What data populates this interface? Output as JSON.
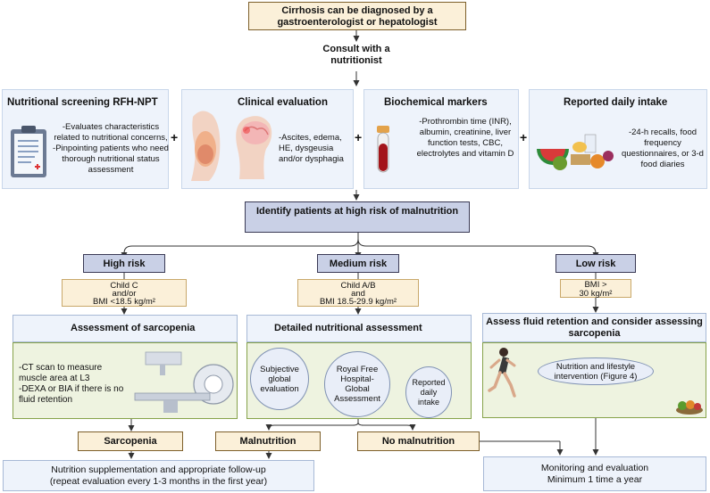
{
  "top": {
    "diagnosis": "Cirrhosis can be diagnosed by a gastroenterologist or hepatologist",
    "consult": "Consult with a nutritionist"
  },
  "screening": [
    {
      "title": "Nutritional screening RFH-NPT",
      "body": "-Evaluates characteristics related to nutritional concerns, -Pinpointing patients who need thorough nutritional status assessment"
    },
    {
      "title": "Clinical evaluation",
      "body": "-Ascites, edema, HE, dysgeusia and/or dysphagia"
    },
    {
      "title": "Biochemical markers",
      "body": "-Prothrombin time (INR), albumin, creatinine, liver function tests, CBC, electrolytes and vitamin D"
    },
    {
      "title": "Reported daily intake",
      "body": "-24-h recalls, food frequency questionnaires, or 3-d food diaries"
    }
  ],
  "plus": "+",
  "identify": "Identify patients at high risk of malnutrition",
  "risks": {
    "high": {
      "label": "High risk",
      "criteria_1": "Child C",
      "criteria_2": "and/or",
      "criteria_3": "BMI <18.5 kg/m²"
    },
    "medium": {
      "label": "Medium risk",
      "criteria_1": "Child A/B",
      "criteria_2": "and",
      "criteria_3": "BMI 18.5-29.9 kg/m²"
    },
    "low": {
      "label": "Low risk",
      "criteria_1": "BMI >",
      "criteria_2": "30 kg/m²"
    }
  },
  "assess": {
    "sarcopenia_title": "Assessment of sarcopenia",
    "sarcopenia_body_1": "-CT scan to measure muscle  area at L3",
    "sarcopenia_body_2": "-DEXA or BIA if there is no fluid retention",
    "detailed_title": "Detailed nutritional assessment",
    "detailed_items": [
      "Subjective global evaluation",
      "Royal Free Hospital-Global Assessment",
      "Reported daily intake"
    ],
    "fluid_title": "Assess fluid retention and consider assessing sarcopenia",
    "fluid_item": "Nutrition and lifestyle intervention (Figure 4)"
  },
  "outcomes": {
    "sarcopenia": "Sarcopenia",
    "malnutrition": "Malnutrition",
    "no_malnutrition": "No malnutrition"
  },
  "final": {
    "supplementation_1": "Nutrition supplementation and appropriate follow-up",
    "supplementation_2": "(repeat evaluation every 1-3 months in the first year)",
    "monitoring_1": "Monitoring and evaluation",
    "monitoring_2": "Minimum 1 time a year"
  },
  "colors": {
    "tan": "#fbf0d9",
    "panel": "#eef3fb",
    "risk_header": "#c9d0e6",
    "green": "#86a24a"
  },
  "icons": [
    "clipboard-icon",
    "body-organs-icon",
    "blood-tube-icon",
    "food-icon",
    "ct-scanner-icon",
    "runner-icon",
    "vegetables-icon"
  ]
}
